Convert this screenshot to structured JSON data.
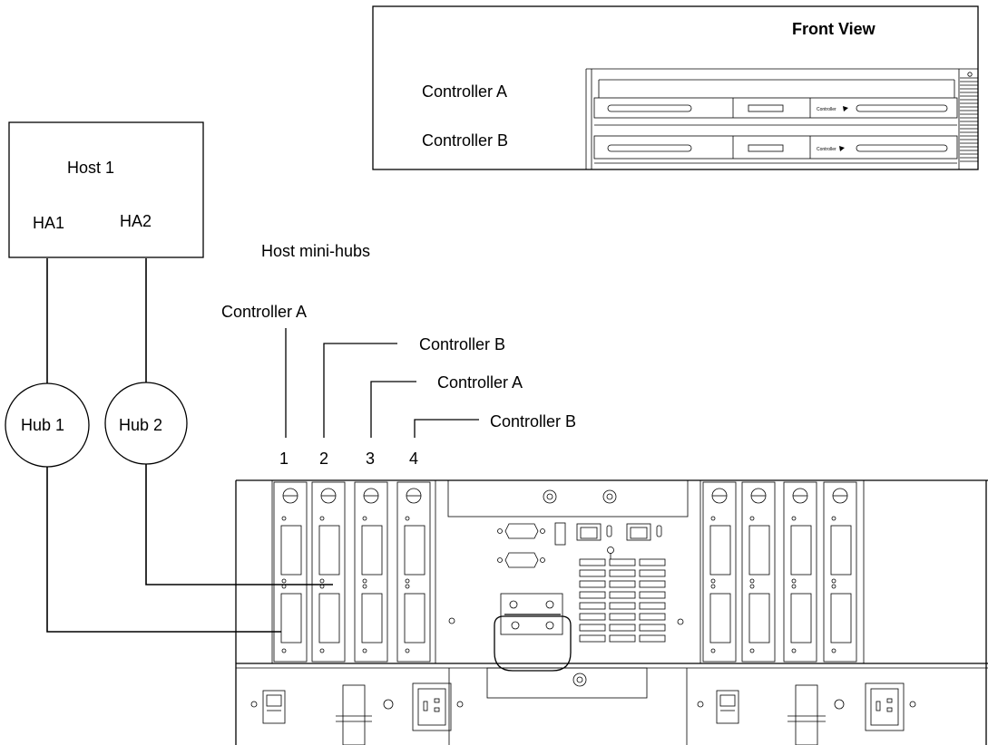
{
  "front_view": {
    "title": "Front View",
    "controller_a_label": "Controller A",
    "controller_b_label": "Controller B",
    "controller_tag_a": "Controller",
    "controller_tag_b": "Controller"
  },
  "host": {
    "title": "Host 1",
    "adapter_1": "HA1",
    "adapter_2": "HA2"
  },
  "hubs": {
    "hub_1": "Hub 1",
    "hub_2": "Hub 2"
  },
  "mini_hubs": {
    "heading": "Host mini-hubs",
    "slot_numbers": [
      "1",
      "2",
      "3",
      "4"
    ],
    "slot_controllers": [
      "Controller A",
      "Controller B",
      "Controller A",
      "Controller B"
    ]
  }
}
